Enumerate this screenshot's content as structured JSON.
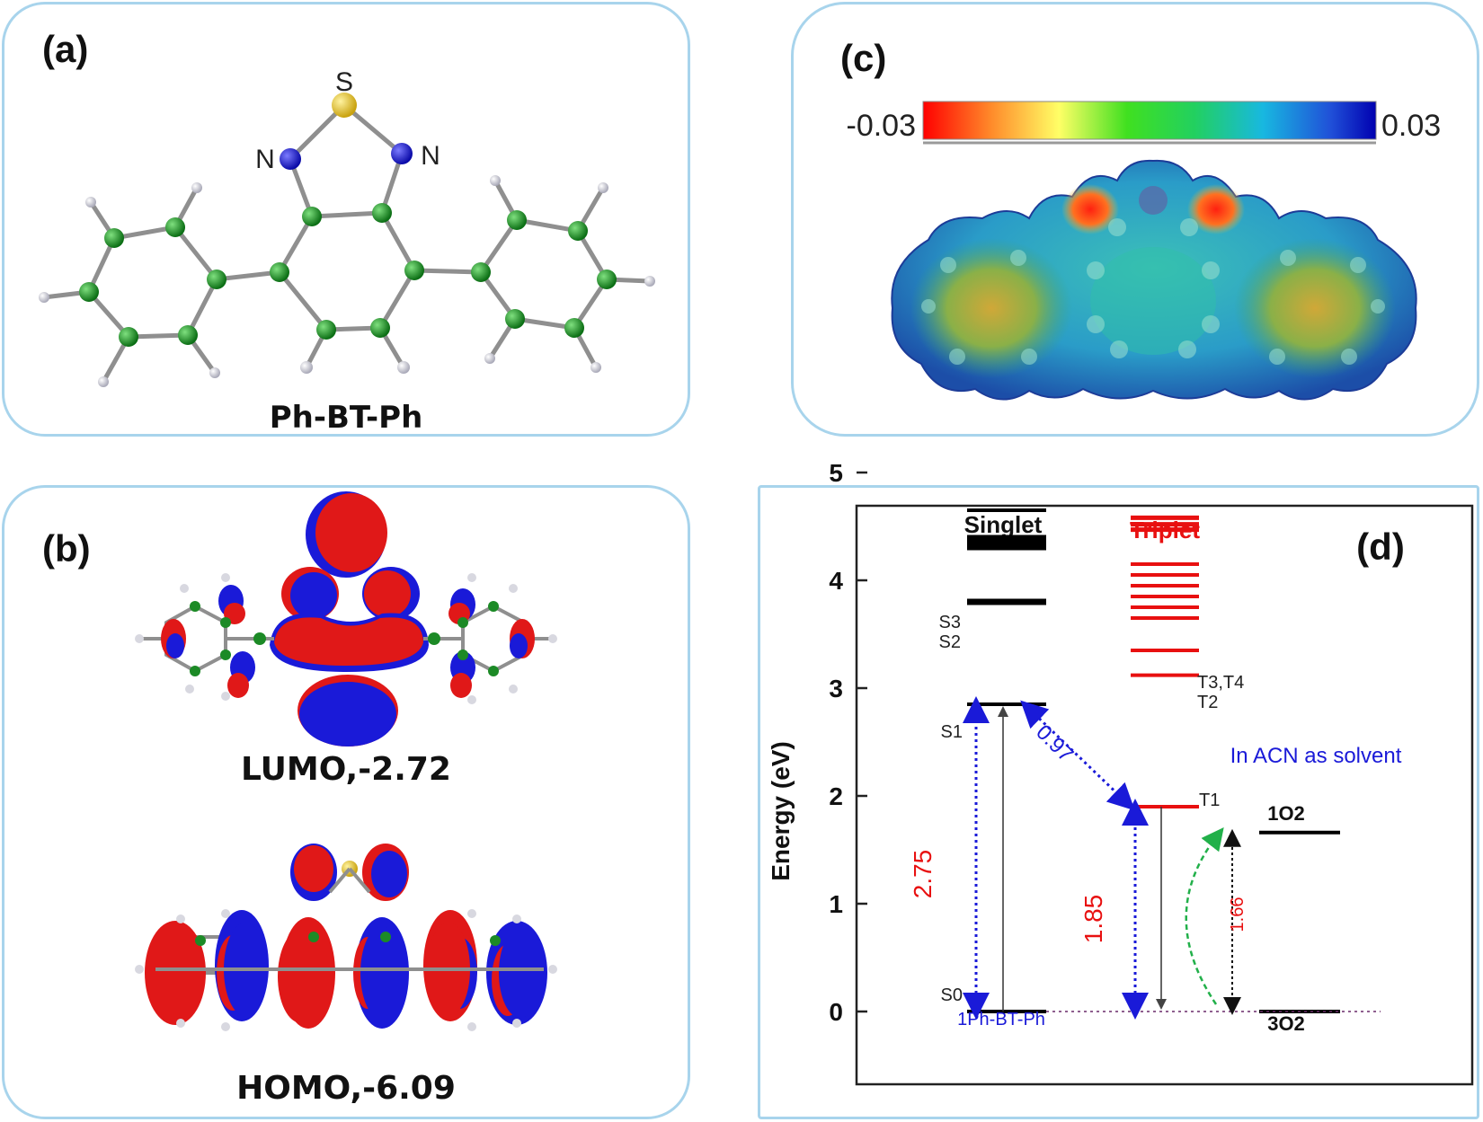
{
  "panel_a": {
    "label": "(a)",
    "atoms": {
      "s": "S",
      "n_left": "N",
      "n_right": "N"
    },
    "caption": "Ph-BT-Ph"
  },
  "panel_b": {
    "label": "(b)",
    "lumo_caption": "LUMO,-2.72",
    "homo_caption": "HOMO,-6.09",
    "colors": {
      "positive_lobe": "#e01818",
      "negative_lobe": "#1a1ad8"
    }
  },
  "panel_c": {
    "label": "(c)",
    "scale_min": "-0.03",
    "scale_max": "0.03",
    "colors": {
      "low": "#ff0000",
      "high": "#0000b0"
    }
  },
  "panel_d": {
    "label": "(d)",
    "chart_data": {
      "type": "energy-level-diagram",
      "ylabel": "Energy (eV)",
      "ylim": [
        0,
        5
      ],
      "yticks": [
        "0",
        "1",
        "2",
        "3",
        "4",
        "5"
      ],
      "columns": {
        "singlet": {
          "title": "Singlet",
          "levels": [
            0,
            2.85,
            3.8,
            4.3,
            4.33,
            4.36,
            4.4,
            4.65
          ]
        },
        "triplet": {
          "title": "Triplet",
          "levels": [
            1.9,
            3.12,
            3.35,
            3.65,
            3.75,
            3.85,
            3.95,
            4.05,
            4.15,
            4.47,
            4.52,
            4.58
          ]
        },
        "oxygen": {
          "levels": [
            0,
            1.66
          ]
        }
      },
      "level_labels": {
        "s0": "S0",
        "s1": "S1",
        "s2": "S2",
        "s3": "S3",
        "t1": "T1",
        "t2": "T2",
        "t34": "T3,T4",
        "o2_singlet": "1O2",
        "o2_triplet": "3O2"
      },
      "molecule_label": "1Ph-BT-Ph",
      "transitions": [
        {
          "from": "S0",
          "to": "S1",
          "label": "2.75"
        },
        {
          "from": "S1",
          "to": "T1",
          "label": "0.97"
        },
        {
          "from": "S0",
          "to": "T1",
          "label": "1.85"
        },
        {
          "from": "3O2",
          "to": "1O2",
          "label": "1.66"
        }
      ],
      "annotation": "In ACN as solvent",
      "colors": {
        "singlet": "#000000",
        "triplet": "#e81010",
        "transition": "#1a1ad8",
        "energy_label": "#e81010",
        "energy_transfer": "#22b04a"
      }
    }
  }
}
